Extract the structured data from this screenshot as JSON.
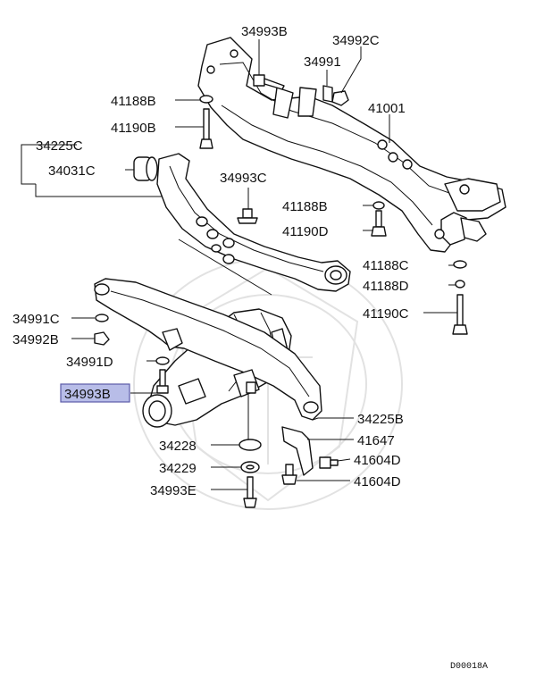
{
  "callouts": {
    "c_34993B_top": "34993B",
    "c_34992C": "34992C",
    "c_34991": "34991",
    "c_41188B_1": "41188B",
    "c_41001": "41001",
    "c_41190B": "41190B",
    "c_34225C": "34225C",
    "c_34031C": "34031C",
    "c_34993C": "34993C",
    "c_41188B_2": "41188B",
    "c_41190D": "41190D",
    "c_41188C": "41188C",
    "c_41188D": "41188D",
    "c_34991C": "34991C",
    "c_41190C": "41190C",
    "c_34992B": "34992B",
    "c_34991D": "34991D",
    "c_34993B_hl": "34993B",
    "c_34225B": "34225B",
    "c_34228": "34228",
    "c_41647": "41647",
    "c_34229": "34229",
    "c_41604D_1": "41604D",
    "c_34993E": "34993E",
    "c_41604D_2": "41604D"
  },
  "diagram_code": "D00018A",
  "colors": {
    "highlight_fill": "#b8bde8",
    "highlight_border": "#5a5aa8",
    "line": "#111111"
  }
}
